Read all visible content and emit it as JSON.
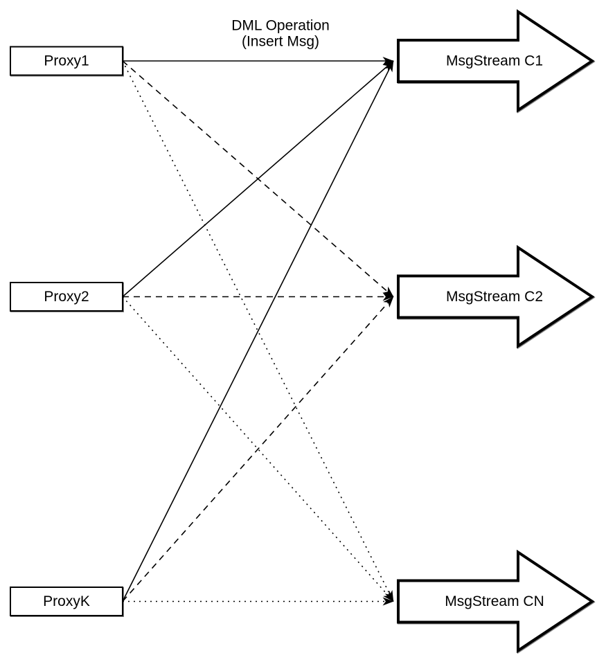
{
  "diagram": {
    "edge_label": {
      "line1": "DML Operation",
      "line2": "(Insert Msg)"
    },
    "colors": {
      "stroke": "#000000",
      "shape_fill": "#ffffff",
      "text": "#000000",
      "background": "#ffffff"
    },
    "proxies": [
      {
        "id": "proxy1",
        "label": "Proxy1"
      },
      {
        "id": "proxy2",
        "label": "Proxy2"
      },
      {
        "id": "proxyk",
        "label": "ProxyK"
      }
    ],
    "streams": [
      {
        "id": "c1",
        "label": "MsgStream C1",
        "incoming_line_style": "solid"
      },
      {
        "id": "c2",
        "label": "MsgStream C2",
        "incoming_line_style": "dashed"
      },
      {
        "id": "cn",
        "label": "MsgStream CN",
        "incoming_line_style": "dotted"
      }
    ],
    "edges": [
      {
        "from": "proxy1",
        "to": "c1",
        "style": "solid"
      },
      {
        "from": "proxy1",
        "to": "c2",
        "style": "dashed"
      },
      {
        "from": "proxy1",
        "to": "cn",
        "style": "dotted"
      },
      {
        "from": "proxy2",
        "to": "c1",
        "style": "solid"
      },
      {
        "from": "proxy2",
        "to": "c2",
        "style": "dashed"
      },
      {
        "from": "proxy2",
        "to": "cn",
        "style": "dotted"
      },
      {
        "from": "proxyk",
        "to": "c1",
        "style": "solid"
      },
      {
        "from": "proxyk",
        "to": "c2",
        "style": "dashed"
      },
      {
        "from": "proxyk",
        "to": "cn",
        "style": "dotted"
      }
    ]
  }
}
